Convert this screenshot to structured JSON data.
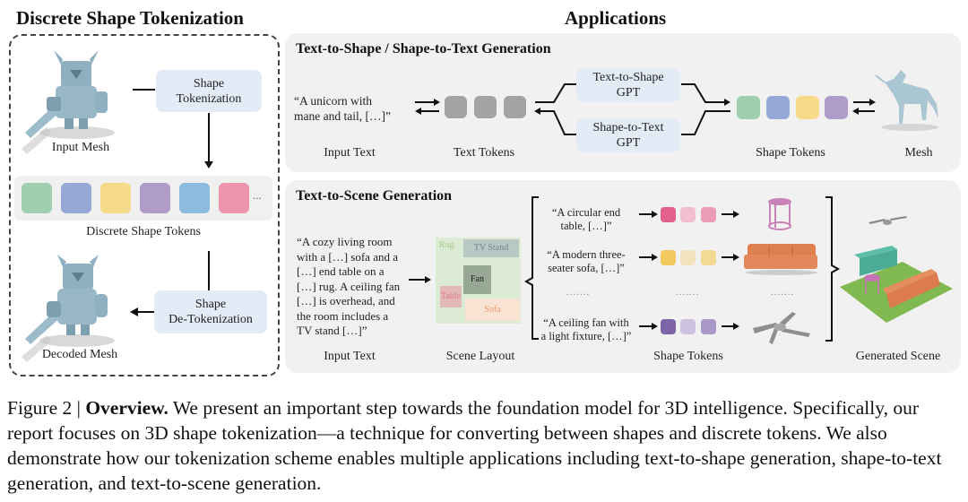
{
  "left_section": {
    "title": "Discrete Shape Tokenization",
    "input_mesh_label": "Input Mesh",
    "tokenization_box": [
      "Shape",
      "Tokenization"
    ],
    "tokens_label": "Discrete Shape Tokens",
    "tokens_ellipsis": "...",
    "token_colors": [
      "#9fcfae",
      "#95a8d6",
      "#f5da8a",
      "#b09cc9",
      "#8cbbe0",
      "#ec95ac"
    ],
    "detokenization_box": [
      "Shape",
      "De-Tokenization"
    ],
    "decoded_mesh_label": "Decoded Mesh"
  },
  "right_section": {
    "title": "Applications",
    "text_shape_panel": {
      "title": "Text-to-Shape / Shape-to-Text Generation",
      "input_quote": [
        "“A unicorn with",
        "mane and tail, […]”"
      ],
      "input_text_label": "Input Text",
      "text_tokens_label": "Text Tokens",
      "text_token_color": "#a3a3a3",
      "gpt_boxes": [
        [
          "Text-to-Shape",
          "GPT"
        ],
        [
          "Shape-to-Text",
          "GPT"
        ]
      ],
      "shape_tokens_label": "Shape Tokens",
      "shape_token_colors": [
        "#9fcfae",
        "#95a8d6",
        "#f5da8a",
        "#b09cc9"
      ],
      "mesh_label": "Mesh"
    },
    "scene_panel": {
      "title": "Text-to-Scene Generation",
      "input_quote": [
        "“A cozy living room",
        "with a […] sofa and a",
        "[…] end table on a",
        "[…] rug. A ceiling fan",
        "[…] is overhead, and",
        "the room includes a",
        "TV stand […]”"
      ],
      "input_text_label": "Input Text",
      "layout": {
        "label": "Scene Layout",
        "items": [
          "Rug",
          "TV Stand",
          "Fan",
          "Table",
          "Sofa"
        ]
      },
      "object_rows": [
        {
          "quote": [
            "“A circular end",
            "table, […]”"
          ],
          "token_colors": [
            "#e2608a",
            "#f2bfce",
            "#ec9db5"
          ]
        },
        {
          "quote": [
            "“A modern three-",
            "seater sofa, […]”"
          ],
          "token_colors": [
            "#f3c85e",
            "#f3e3bc",
            "#f3d992"
          ]
        },
        {
          "quote": [
            "“A ceiling fan with",
            "a light fixture, […]”"
          ],
          "token_colors": [
            "#7e65a8",
            "#cdc3e0",
            "#a898c8"
          ]
        }
      ],
      "ellipsis": ".......",
      "shape_tokens_label": "Shape Tokens",
      "generated_scene_label": "Generated Scene"
    }
  },
  "caption": {
    "prefix": "Figure 2 | ",
    "bold": "Overview.",
    "text": " We present an important step towards the foundation model for 3D intelligence. Specifically, our report focuses on 3D shape tokenization—a technique for converting between shapes and discrete tokens. We also demonstrate how our tokenization scheme enables multiple applications including text-to-shape generation, shape-to-text generation, and text-to-scene generation."
  }
}
